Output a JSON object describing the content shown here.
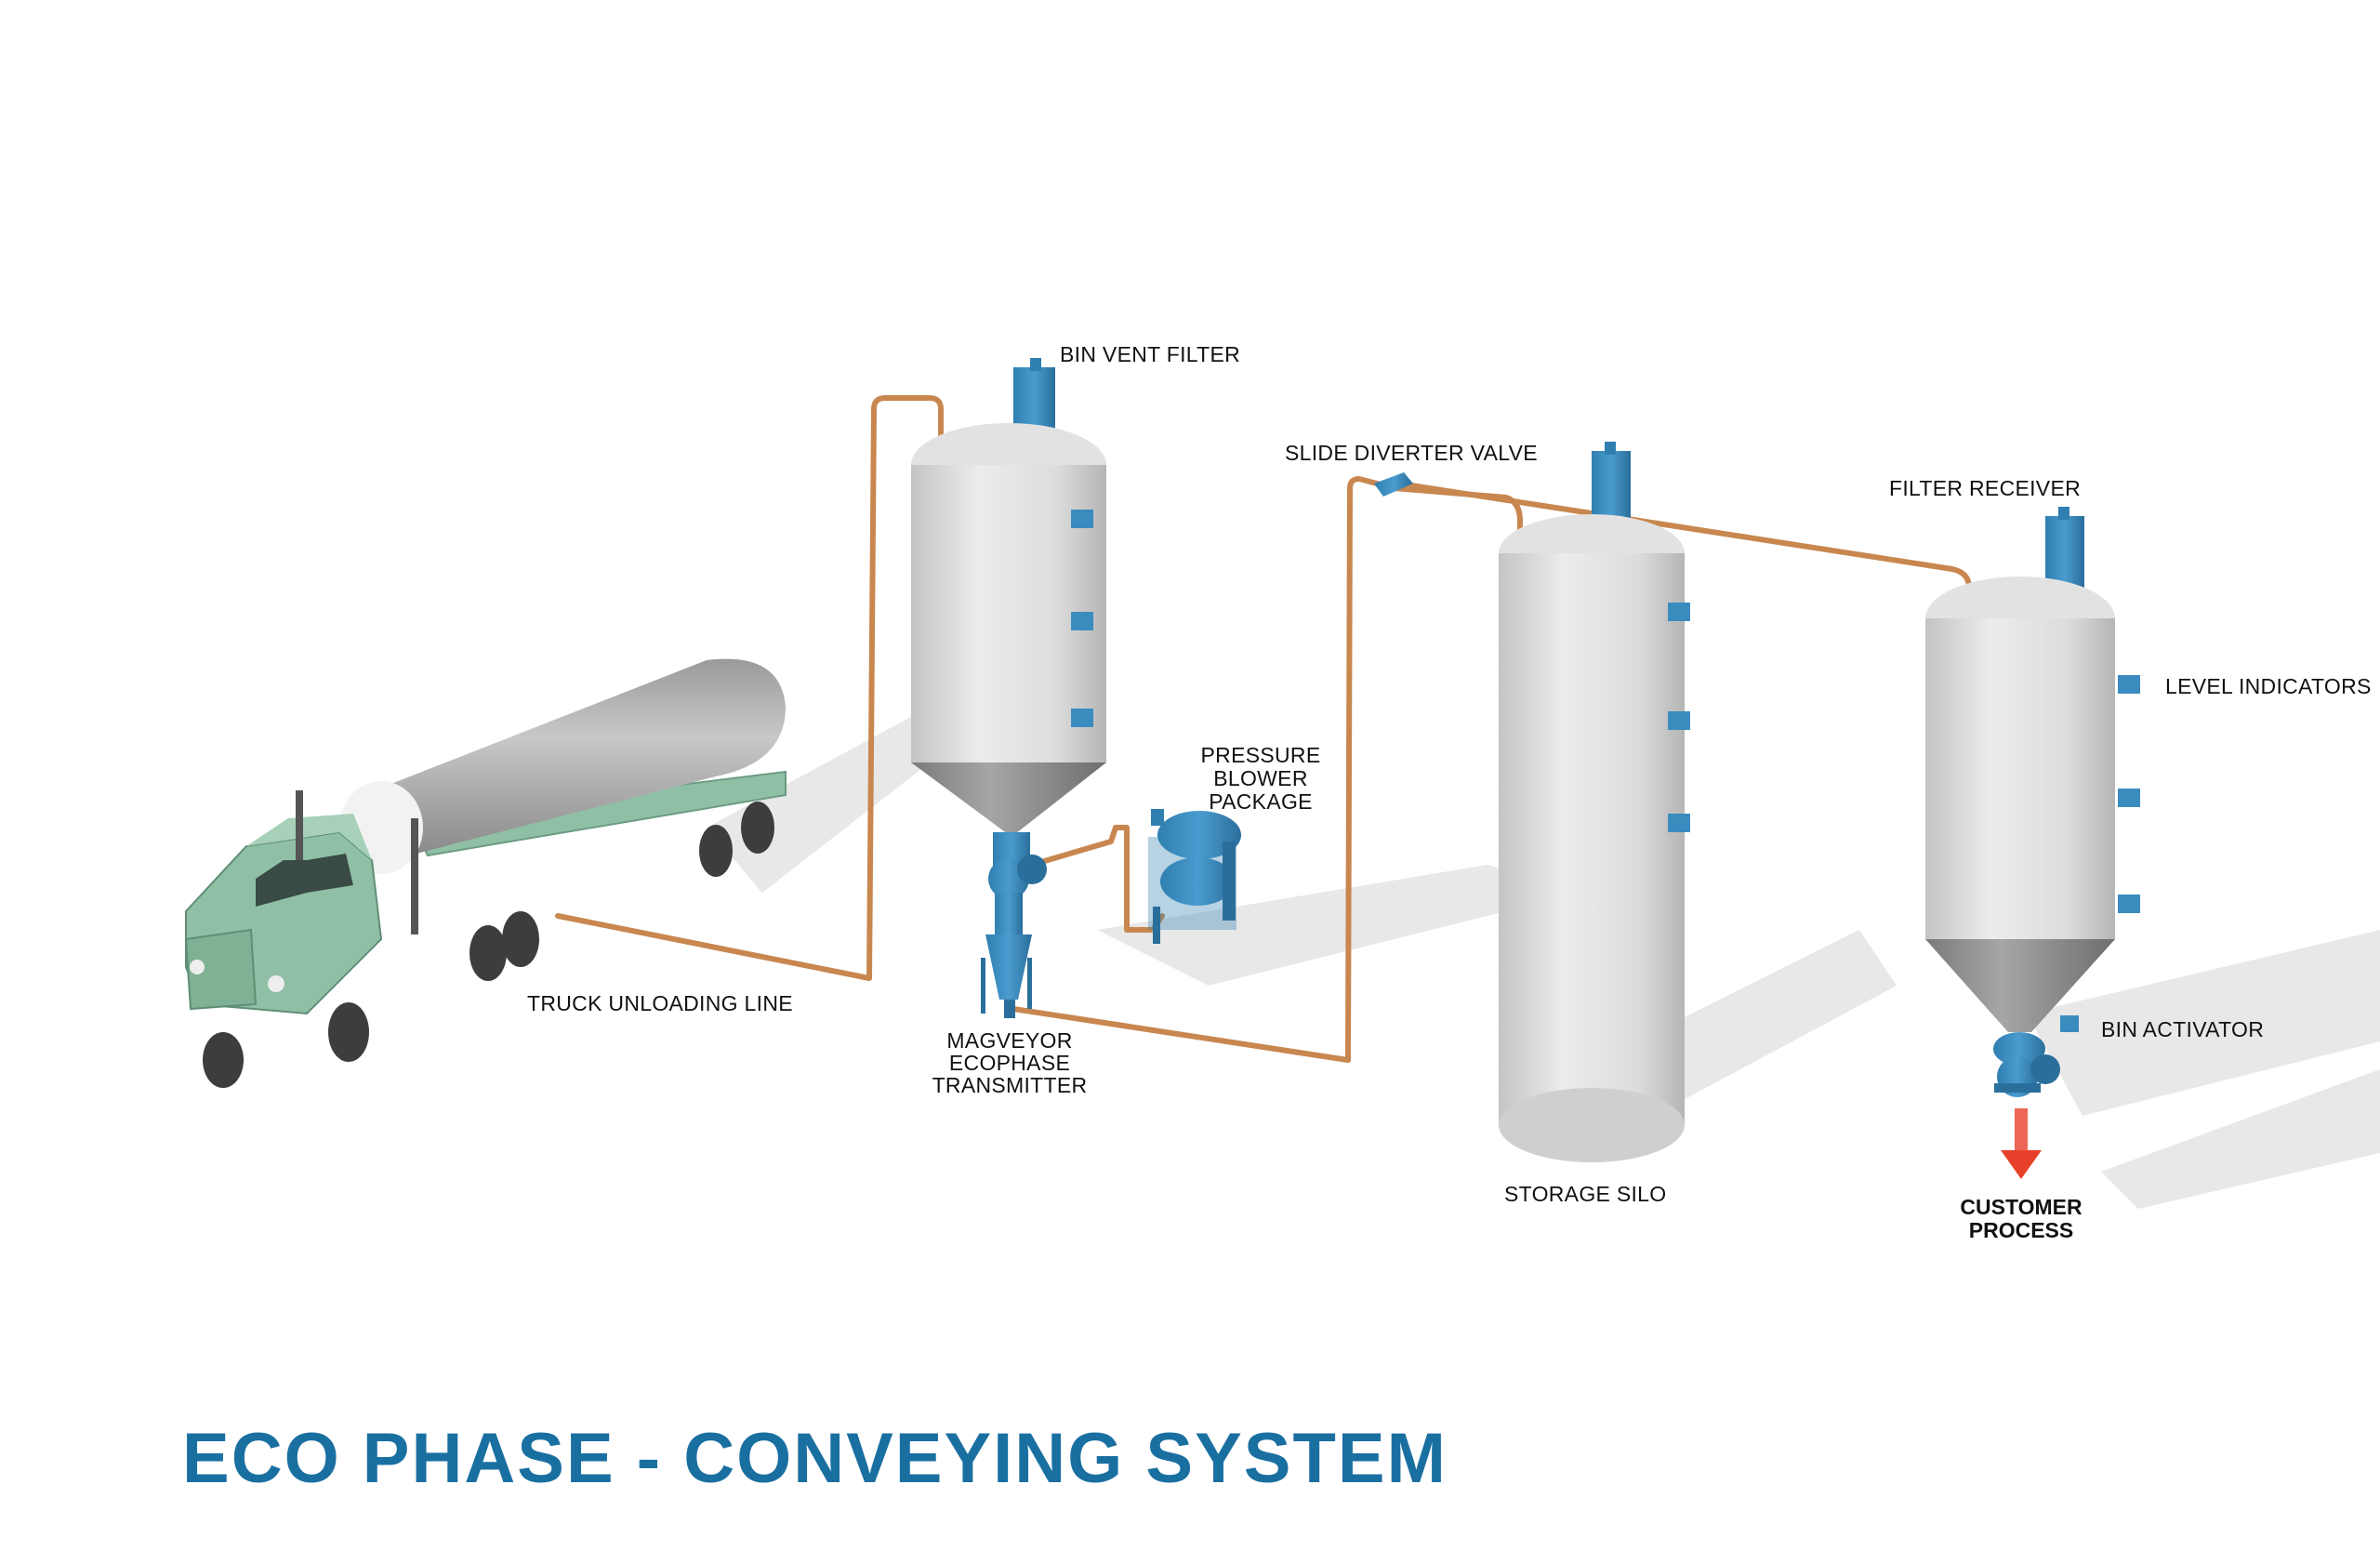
{
  "title": "ECO PHASE - CONVEYING SYSTEM",
  "colors": {
    "title": "#1a6fa1",
    "equipment_blue": "#3a8cbf",
    "truck_green": "#8fc0a5",
    "vessel_gray": "#d9d9d9",
    "cone_gray": "#8e8e8e",
    "pipe_copper": "#c8874f",
    "arrow_red": "#e8402a"
  },
  "labels": {
    "bin_vent_filter": "BIN VENT FILTER",
    "slide_diverter_valve": "SLIDE DIVERTER VALVE",
    "filter_receiver": "FILTER RECEIVER",
    "level_indicators": "LEVEL INDICATORS",
    "pressure_blower_package": [
      "PRESSURE",
      "BLOWER",
      "PACKAGE"
    ],
    "truck_unloading_line": "TRUCK UNLOADING LINE",
    "magveyor_ecophase_transmitter": [
      "MAGVEYOR",
      "ECOPHASE",
      "TRANSMITTER"
    ],
    "storage_silo": "STORAGE SILO",
    "bin_activator": "BIN ACTIVATOR",
    "customer_process": [
      "CUSTOMER",
      "PROCESS"
    ]
  }
}
